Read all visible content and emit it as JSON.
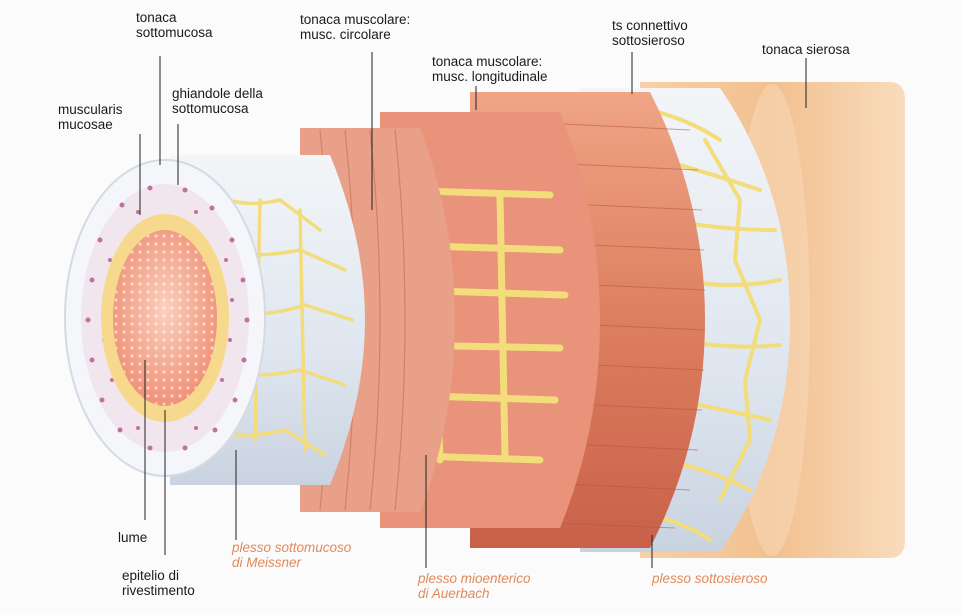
{
  "labels": {
    "tonaca_sottomucosa": "tonaca\nsottomucosa",
    "tonaca_muscolare_circolare": "tonaca muscolare:\nmusc. circolare",
    "ts_connettivo_sottosieroso": "ts connettivo\nsottosieroso",
    "tonaca_sierosa": "tonaca sierosa",
    "muscularis_mucosae": "muscularis\nmucosae",
    "ghiandole_sottomucosa": "ghiandole della\nsottomucosa",
    "tonaca_muscolare_longitudinale": "tonaca muscolare:\nmusc. longitudinale",
    "lume": "lume",
    "epitelio_rivestimento": "epitelio di\nrivestimento",
    "plesso_sottomucoso": "plesso sottomucoso\ndi Meissner",
    "plesso_mioenterico": "plesso mioenterico\ndi Auerbach",
    "plesso_sottosieroso": "plesso sottosieroso"
  },
  "colors": {
    "background": "#fbfbfb",
    "serosa": "#f2c08f",
    "muscle": "#e08a68",
    "muscle_dark": "#c9614a",
    "nerve": "#f3dc7a",
    "connective": "#e6ebf2",
    "glands": "#b4538e",
    "lumen": "#f4a08a",
    "plexus_text": "#e28a5b"
  }
}
